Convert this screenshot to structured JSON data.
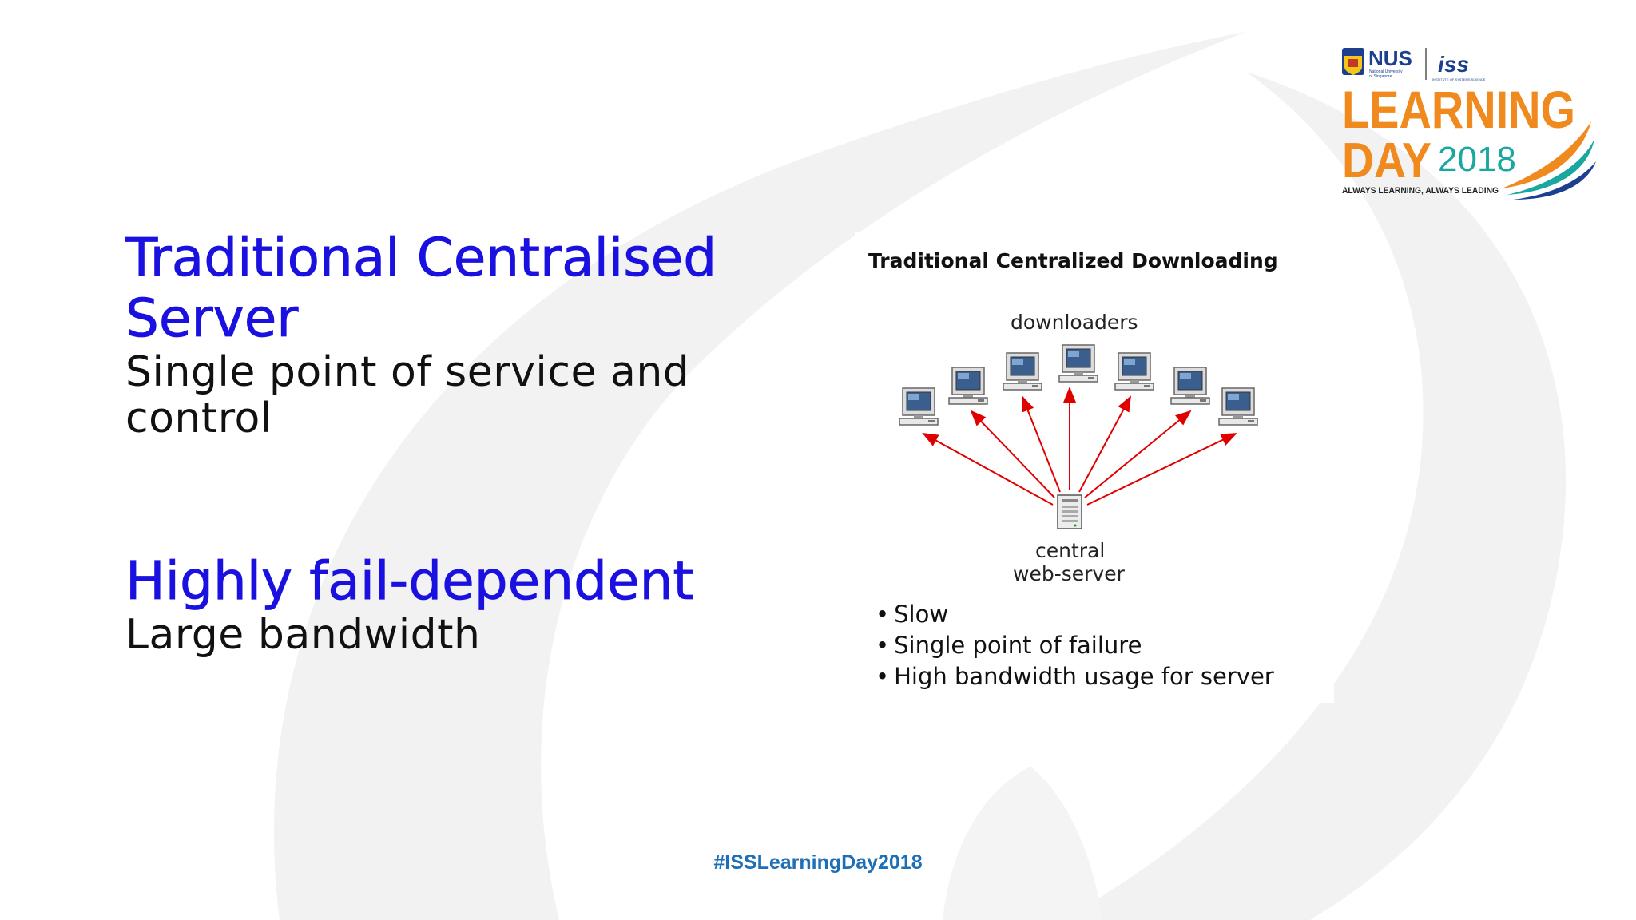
{
  "slide": {
    "section1": {
      "heading": "Traditional Centralised Server",
      "body": "Single point of service and control"
    },
    "section2": {
      "heading": "Highly fail-dependent",
      "body": "Large bandwidth"
    },
    "hashtag": "#ISSLearningDay2018"
  },
  "diagram": {
    "title": "Traditional Centralized Downloading",
    "downloaders_label": "downloaders",
    "server_label_line1": "central",
    "server_label_line2": "web-server",
    "bullets": [
      "Slow",
      "Single point of failure",
      "High bandwidth usage for server"
    ],
    "arrow_color": "#e00000"
  },
  "logo": {
    "nus": "NUS",
    "nus_sub1": "National University",
    "nus_sub2": "of Singapore",
    "iss": "iss",
    "iss_sub": "INSTITUTE OF SYSTEMS SCIENCE",
    "learning": "LEARNING",
    "day": "DAY",
    "year": "2018",
    "tagline": "ALWAYS LEARNING, ALWAYS LEADING",
    "orange": "#f08a1e",
    "teal": "#1aa7a0"
  }
}
